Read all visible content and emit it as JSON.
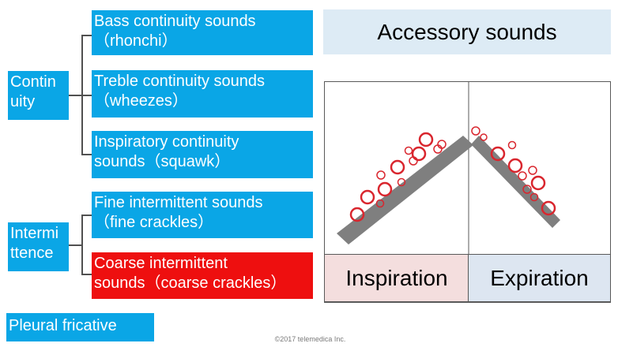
{
  "categories": {
    "continuity": "Contin\nuity",
    "intermittence": "Intermi\nttence"
  },
  "sounds": [
    {
      "text": "Bass continuity sounds\n（rhonchi）"
    },
    {
      "text": "Treble continuity sounds\n（wheezes）"
    },
    {
      "text": "Inspiratory continuity\nsounds（squawk）"
    },
    {
      "text": "Fine intermittent sounds\n（fine crackles）"
    },
    {
      "text": "Coarse intermittent\nsounds（coarse crackles）"
    }
  ],
  "pleural": "Pleural fricative",
  "title": "Accessory sounds",
  "phases": {
    "inspiration": "Inspiration",
    "expiration": "Expiration"
  },
  "copyright": "©2017 telemedica Inc.",
  "colors": {
    "label_blue": "#0aa6e6",
    "highlight_red": "#ee0f0f",
    "title_bg": "#ddebf5",
    "inspiration_bg": "#f4dede",
    "expiration_bg": "#dde6f1",
    "bar_gray": "#7f7f7f",
    "bubble_red": "#d9262e"
  }
}
